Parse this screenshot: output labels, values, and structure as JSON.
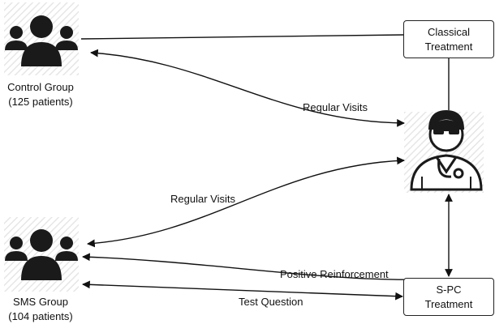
{
  "nodes": {
    "control_group": {
      "name": "Control Group",
      "count": "(125 patients)",
      "icon": "people-group-icon"
    },
    "sms_group": {
      "name": "SMS Group",
      "count": "(104 patients)",
      "icon": "people-group-icon"
    },
    "classical_treatment": {
      "line1": "Classical",
      "line2": "Treatment"
    },
    "spc_treatment": {
      "line1": "S-PC",
      "line2": "Treatment"
    },
    "doctor": {
      "icon": "doctor-icon"
    }
  },
  "edges": {
    "control_regular_visits": "Regular Visits",
    "sms_regular_visits": "Regular Visits",
    "positive_reinforcement": "Positive Reinforcement",
    "test_question": "Test Question"
  },
  "colors": {
    "stroke": "#111111",
    "icon": "#1a1a1a",
    "hatch": "#e6e6e6"
  }
}
